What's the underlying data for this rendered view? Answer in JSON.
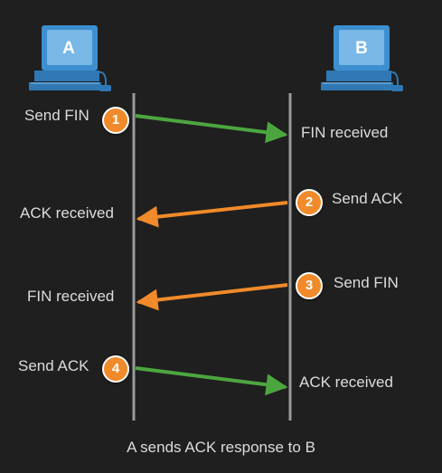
{
  "hosts": {
    "a": {
      "label": "A"
    },
    "b": {
      "label": "B"
    }
  },
  "steps": [
    {
      "number": "1",
      "from": "A",
      "to": "B",
      "sender_text": "Send FIN",
      "receiver_text": "FIN received",
      "arrow_color": "#4ca63f"
    },
    {
      "number": "2",
      "from": "B",
      "to": "A",
      "sender_text": "Send ACK",
      "receiver_text": "ACK received",
      "arrow_color": "#f08a2a"
    },
    {
      "number": "3",
      "from": "B",
      "to": "A",
      "sender_text": "Send FIN",
      "receiver_text": "FIN received",
      "arrow_color": "#f08a2a"
    },
    {
      "number": "4",
      "from": "A",
      "to": "B",
      "sender_text": "Send ACK",
      "receiver_text": "ACK received",
      "arrow_color": "#4ca63f"
    }
  ],
  "caption": "A sends ACK response to B",
  "colors": {
    "background": "#1f1f1f",
    "timeline": "#9a9a9a",
    "badge": "#f08a2a",
    "computer": "#3d8fcf"
  },
  "icons": {
    "host": "desktop-computer-icon"
  }
}
